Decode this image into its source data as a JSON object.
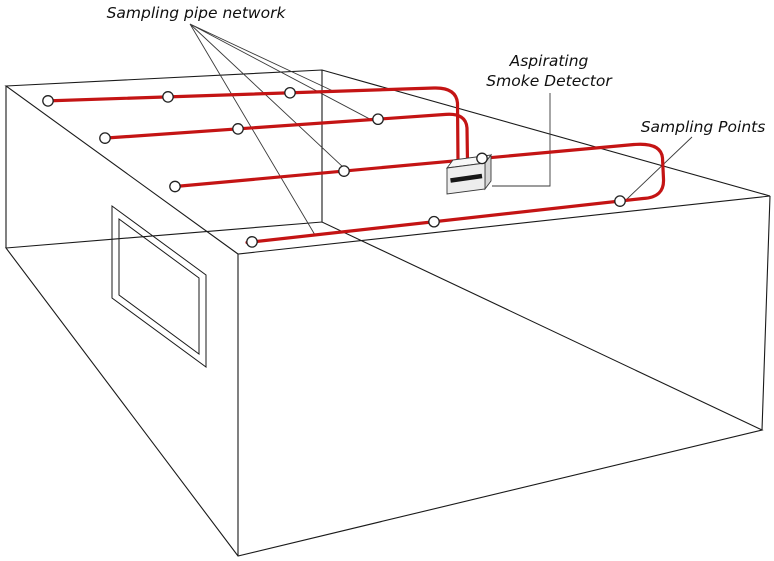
{
  "figure": {
    "pipe_run_count": 4,
    "sampling_point_count": 12
  },
  "labels": {
    "pipe_network": "Sampling pipe network",
    "detector_line1": "Aspirating",
    "detector_line2": "Smoke Detector",
    "sampling_points": "Sampling Points"
  },
  "colors": {
    "pipe": "#c41414",
    "outline": "#1a1a1a",
    "leader": "#3a3a3a",
    "background": "#ffffff",
    "detector_front": "#ededed",
    "detector_top": "#f8f8f8",
    "detector_side": "#d6d6d6"
  }
}
